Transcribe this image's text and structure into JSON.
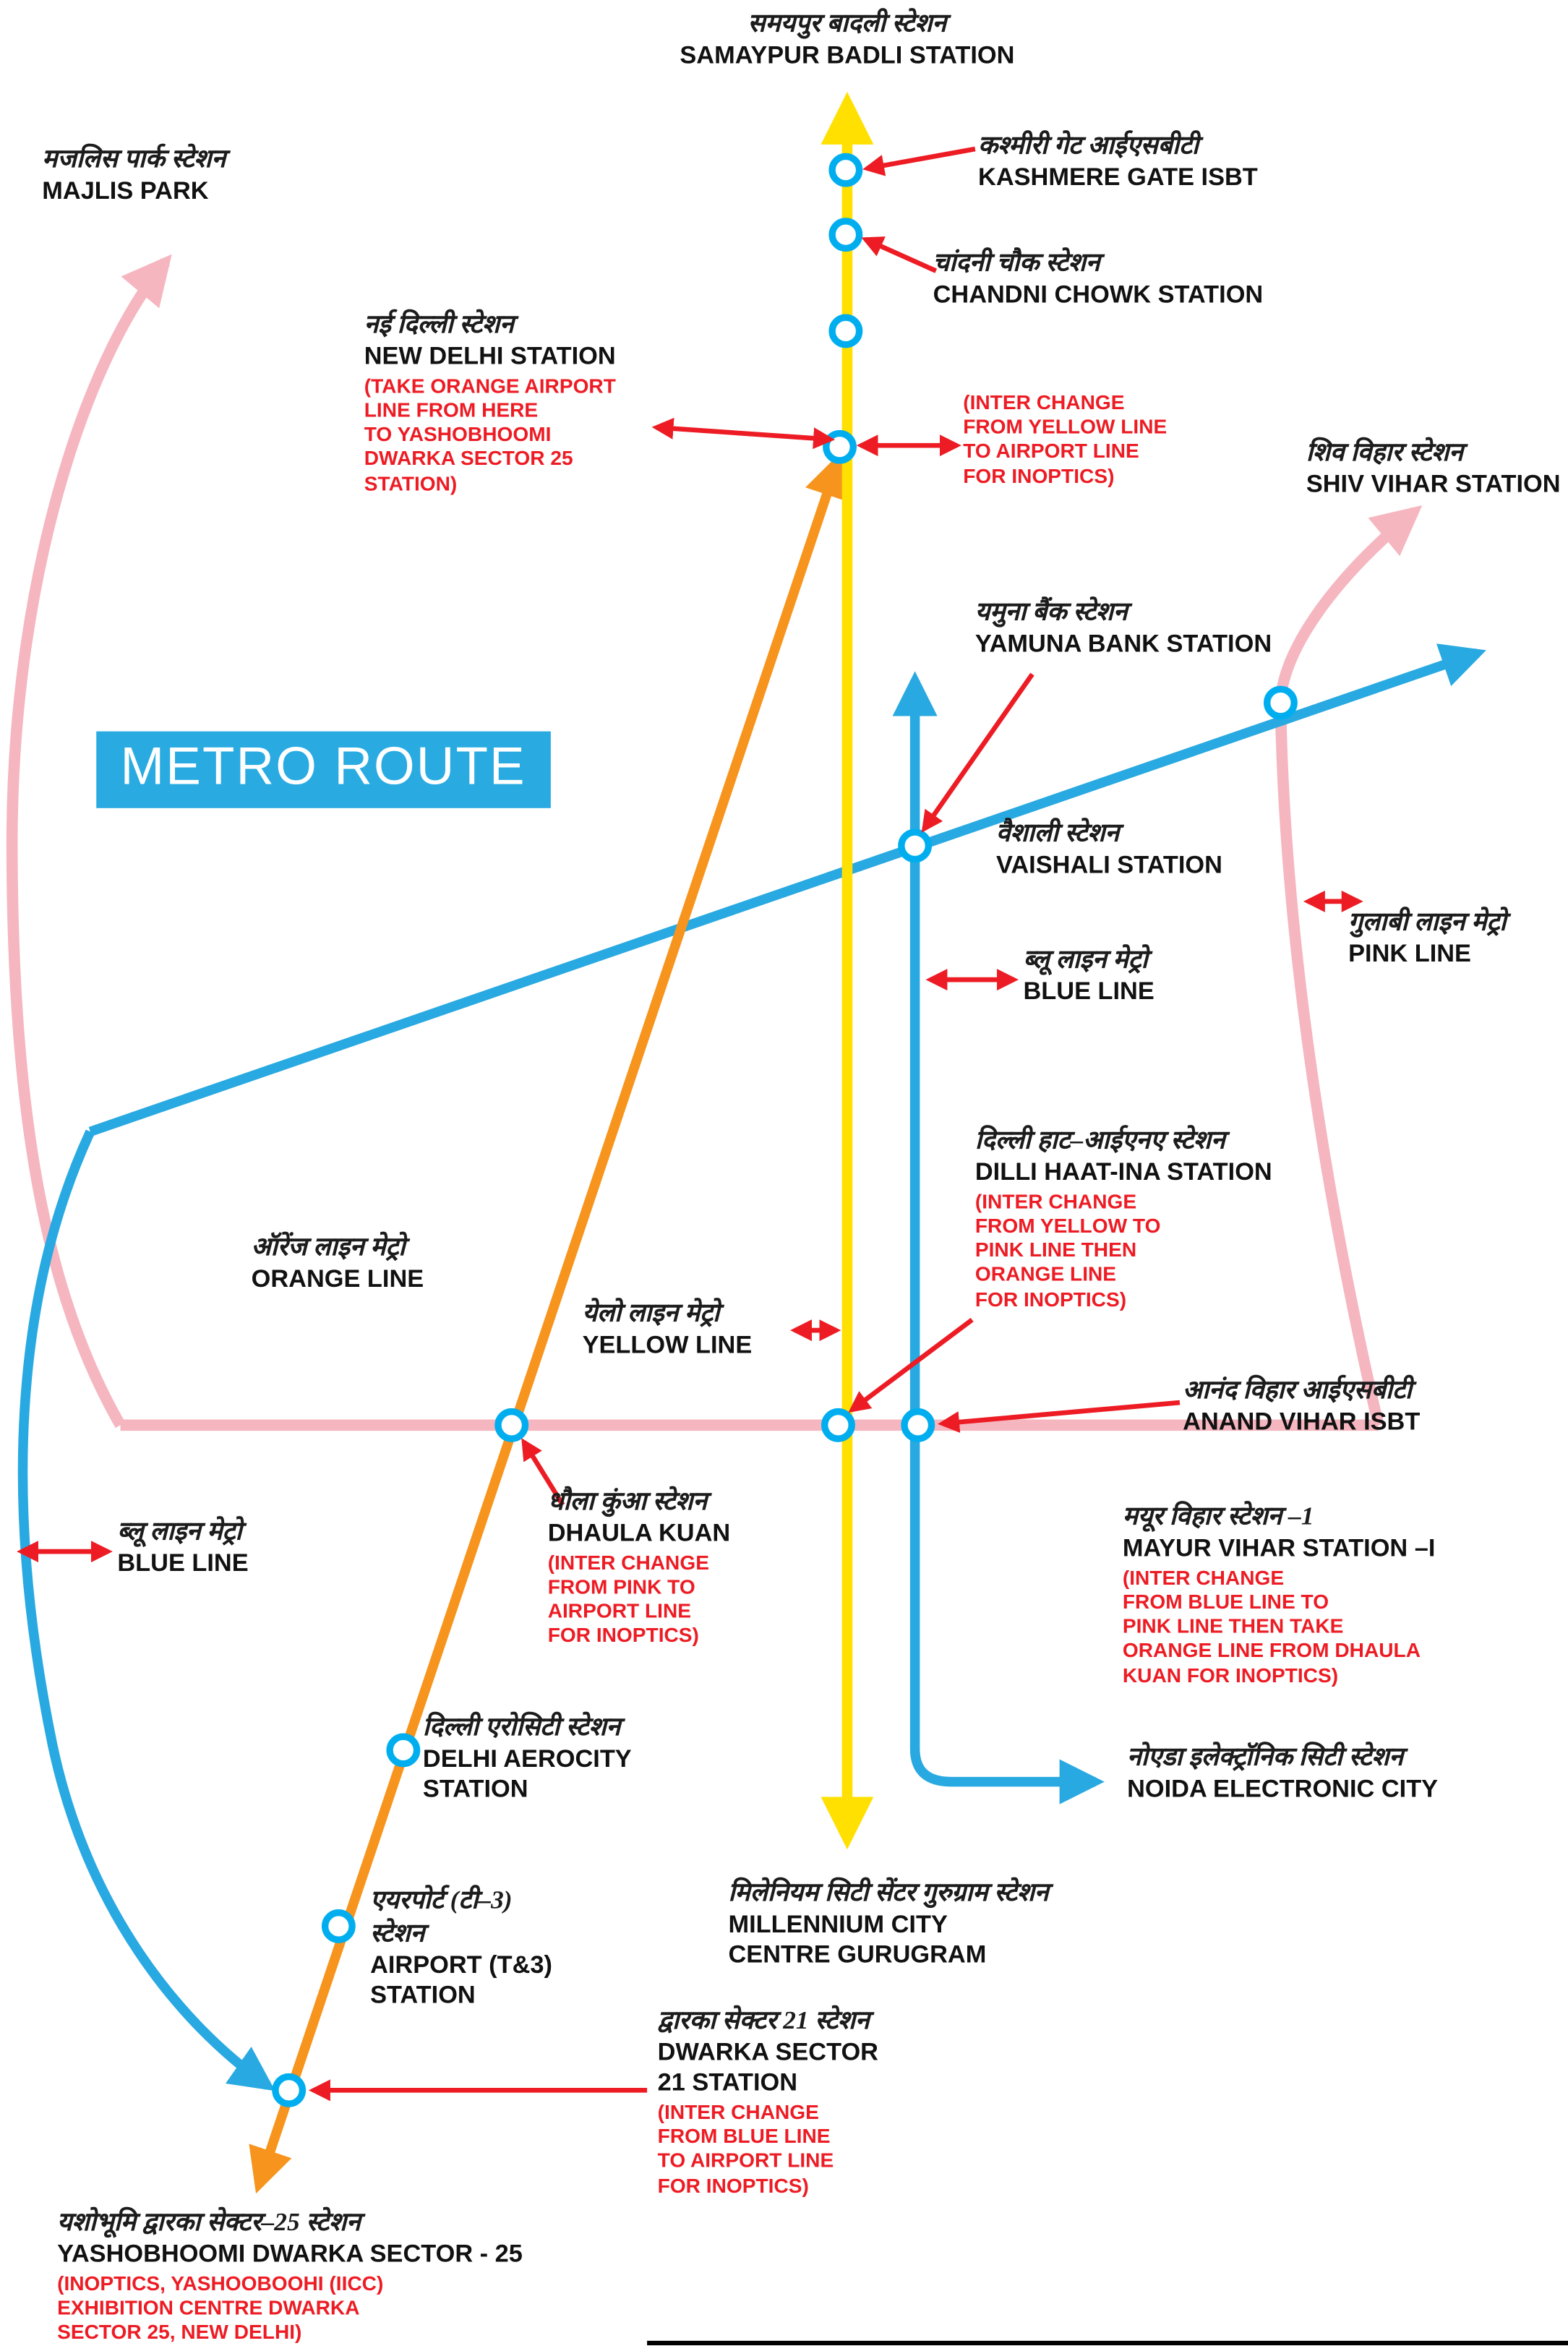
{
  "title": "METRO ROUTE",
  "colors": {
    "yellow_line": "#FFE000",
    "blue_line": "#29A9E1",
    "orange_line": "#F7941D",
    "pink_line": "#F5B6C0",
    "annotation_red": "#ED1C24",
    "station_ring": "#00AEEF",
    "title_bg": "#29ABE2"
  },
  "stations": {
    "samaypur_badli": {
      "hindi": "समयपुर बादली स्टेशन",
      "english": "SAMAYPUR BADLI STATION"
    },
    "majlis_park": {
      "hindi": "मजलिस पार्क स्टेशन",
      "english": "MAJLIS PARK"
    },
    "kashmere_gate": {
      "hindi": "कश्मीरी गेट आईएसबीटी",
      "english": "KASHMERE GATE ISBT"
    },
    "chandni_chowk": {
      "hindi": "चांदनी चौक स्टेशन",
      "english": "CHANDNI CHOWK STATION"
    },
    "new_delhi": {
      "hindi": "नई दिल्ली स्टेशन",
      "english": "NEW DELHI STATION",
      "note": "(TAKE ORANGE AIRPORT\nLINE FROM HERE\nTO YASHOBHOOMI\nDWARKA SECTOR 25\nSTATION)"
    },
    "shiv_vihar": {
      "hindi": "शिव विहार स्टेशन",
      "english": "SHIV VIHAR STATION"
    },
    "yamuna_bank": {
      "hindi": "यमुना बैंक स्टेशन",
      "english": "YAMUNA BANK STATION"
    },
    "vaishali": {
      "hindi": "वैशाली स्टेशन",
      "english": "VAISHALI STATION"
    },
    "dilli_haat_ina": {
      "hindi": "दिल्ली हाट–आईएनए स्टेशन",
      "english": "DILLI HAAT-INA STATION",
      "note": "(INTER CHANGE\nFROM YELLOW TO\nPINK LINE THEN\nORANGE LINE\nFOR INOPTICS)"
    },
    "anand_vihar": {
      "hindi": "आनंद विहार आईएसबीटी",
      "english": "ANAND VIHAR ISBT"
    },
    "dhaula_kuan": {
      "hindi": "धौला कुंआ स्टेशन",
      "english": "DHAULA KUAN",
      "note": "(INTER CHANGE\nFROM PINK TO\nAIRPORT LINE\nFOR INOPTICS)"
    },
    "mayur_vihar": {
      "hindi": "मयूर विहार स्टेशन –1",
      "english": "MAYUR VIHAR STATION –I",
      "note": "(INTER CHANGE\nFROM BLUE LINE TO\nPINK LINE THEN TAKE\nORANGE LINE FROM DHAULA\nKUAN FOR INOPTICS)"
    },
    "delhi_aerocity": {
      "hindi": "दिल्ली एरोसिटी स्टेशन",
      "english": "DELHI AEROCITY\nSTATION"
    },
    "noida_electronic_city": {
      "hindi": "नोएडा इलेक्ट्रॉनिक सिटी स्टेशन",
      "english": "NOIDA ELECTRONIC CITY"
    },
    "airport_t3": {
      "hindi": "एयरपोर्ट (टी–3)\nस्टेशन",
      "english": "AIRPORT (T&3)\nSTATION"
    },
    "millennium_city": {
      "hindi": "मिलेनियम सिटी सेंटर गुरुग्राम स्टेशन",
      "english": "MILLENNIUM CITY\nCENTRE GURUGRAM"
    },
    "dwarka_sector_21": {
      "hindi": "द्वारका सेक्टर 21 स्टेशन",
      "english": "DWARKA SECTOR\n21 STATION",
      "note": "(INTER CHANGE\nFROM BLUE LINE\nTO AIRPORT LINE\nFOR INOPTICS)"
    },
    "yashobhoomi": {
      "hindi": "यशोभूमि द्वारका सेक्टर–25 स्टेशन",
      "english": "YASHOBHOOMI DWARKA SECTOR - 25",
      "note": "(INOPTICS, YASHOOBOOHI (IICC)\nEXHIBITION CENTRE DWARKA\nSECTOR 25, NEW DELHI)"
    }
  },
  "line_labels": {
    "pink": {
      "hindi": "गुलाबी लाइन मेट्रो",
      "english": "PINK LINE"
    },
    "blue_right": {
      "hindi": "ब्लू लाइन मेट्रो",
      "english": "BLUE LINE"
    },
    "blue_left": {
      "hindi": "ब्लू लाइन मेट्रो",
      "english": "BLUE LINE"
    },
    "orange": {
      "hindi": "ऑरेंज लाइन मेट्रो",
      "english": "ORANGE LINE"
    },
    "yellow": {
      "hindi": "येलो लाइन मेट्रो",
      "english": "YELLOW LINE"
    }
  },
  "annotations": {
    "yellow_to_airport": {
      "note": "(INTER CHANGE\nFROM YELLOW LINE\nTO AIRPORT LINE\nFOR INOPTICS)"
    }
  }
}
